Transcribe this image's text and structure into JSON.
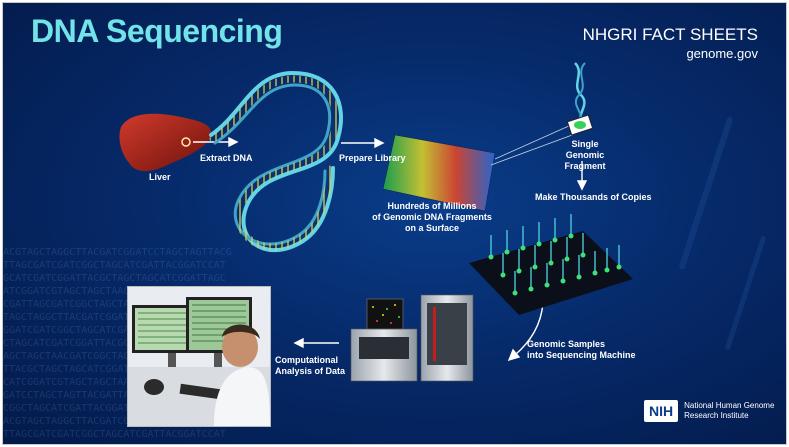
{
  "header": {
    "title": "DNA Sequencing",
    "publisher": "NHGRI FACT SHEETS",
    "website": "genome.gov"
  },
  "labels": {
    "liver": "Liver",
    "extract_dna": "Extract DNA",
    "prepare_library": "Prepare Library",
    "fragments_line1": "Hundreds of Millions",
    "fragments_line2": "of Genomic DNA Fragments",
    "fragments_line3": "on a Surface",
    "single_line1": "Single",
    "single_line2": "Genomic Fragment",
    "copies": "Make Thousands of Copies",
    "samples_line1": "Genomic Samples",
    "samples_line2": "into Sequencing Machine",
    "analysis_line1": "Computational",
    "analysis_line2": "Analysis of Data"
  },
  "logo": {
    "mark": "NIH",
    "name_line1": "National Human Genome",
    "name_line2": "Research Institute"
  },
  "colors": {
    "title": "#72e3e8",
    "background": "#062a6a",
    "dna_strand": "#63d4e6",
    "liver": "#a8231b"
  }
}
